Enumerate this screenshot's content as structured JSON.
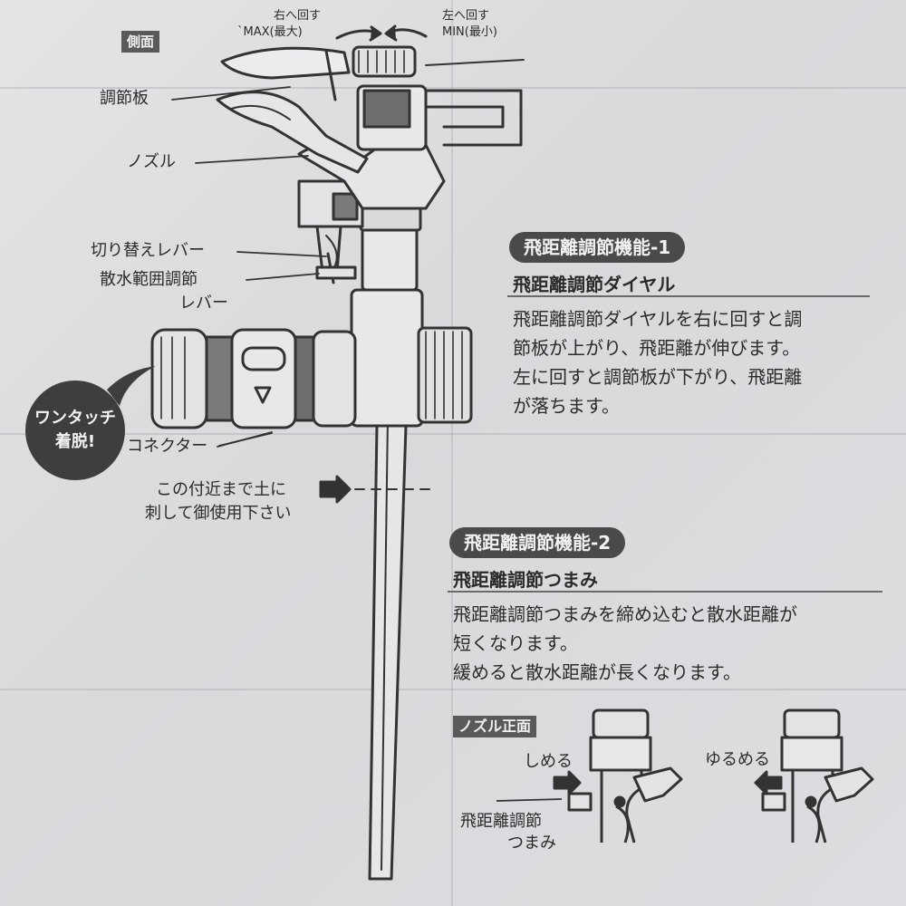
{
  "side_view": {
    "tag": "側面",
    "rotate_right": "右へ回す",
    "max_label": "`MAX(最大)",
    "rotate_left": "左へ回す",
    "min_label": "MIN(最小)",
    "adjust_plate": "調節板",
    "nozzle": "ノズル",
    "switch_lever": "切り替えレバー",
    "spray_range_lever_1": "散水範囲調節",
    "spray_range_lever_2": "レバー",
    "one_touch_1": "ワンタッチ",
    "one_touch_2": "着脱!",
    "connector": "コネクター",
    "insert_note_1": "この付近まで土に",
    "insert_note_2": "刺して御使用下さい"
  },
  "function_1": {
    "title": "飛距離調節機能-1",
    "subtitle": "飛距離調節ダイヤル",
    "lines": [
      "飛距離調節ダイヤルを右に回すと調",
      "節板が上がり、飛距離が伸びます。",
      "左に回すと調節板が下がり、飛距離",
      "が落ちます。"
    ]
  },
  "function_2": {
    "title": "飛距離調節機能-2",
    "subtitle": "飛距離調節つまみ",
    "lines": [
      "飛距離調節つまみを締め込むと散水距離が",
      "短くなります。",
      "緩めると散水距離が長くなります。"
    ]
  },
  "nozzle_front": {
    "tag": "ノズル正面",
    "tighten": "しめる",
    "loosen": "ゆるめる",
    "knob_1": "飛距離調節",
    "knob_2": "つまみ"
  },
  "colors": {
    "ink": "#2b2b2b",
    "pill": "#4a4a4a",
    "paper": "#dcdde0"
  }
}
